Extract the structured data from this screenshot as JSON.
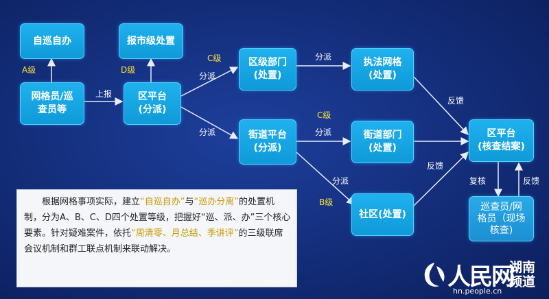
{
  "boxes": {
    "self_patrol": "自巡自办",
    "city_handle": "报市级处置",
    "grid_staff": "网格员/巡\n查员等",
    "district_platform": "区平台\n(分派)",
    "district_dept": "区级部门\n(处置)",
    "law_grid": "执法网格\n(处置)",
    "street_platform": "街道平台\n(分派)",
    "street_dept": "街道部门\n(处置)",
    "community": "社区(处置)",
    "district_close": "区平台\n(核查结案)",
    "inspector": "巡查员/网\n格员（现场\n核查)"
  },
  "labels": {
    "a_level": "A级",
    "d_level": "D级",
    "report_up": "上报",
    "c_level_top": "C级",
    "assign_1": "分派",
    "assign_2": "分派",
    "assign_3": "分派",
    "c_level_mid": "C级",
    "assign_4": "分派",
    "assign_5": "分派",
    "b_level": "B级",
    "feedback_1": "反馈",
    "feedback_2": "反馈",
    "feedback_3": "反馈",
    "recheck": "复核"
  },
  "note": [
    {
      "t": "　　根据网格事项实际，建立"
    },
    {
      "t": "“自巡自办”",
      "hl": true
    },
    {
      "t": "与"
    },
    {
      "t": "“巡办分离”",
      "hl": true
    },
    {
      "t": "的处置机制，分为A、B、C、D四个处置等级，把握好“巡、派、办”三个核心要素。针对疑难案件，依托"
    },
    {
      "t": "“周清零、月总结、季讲评”",
      "hl": true
    },
    {
      "t": "的三级联席会议机制和群工联点机制来联动解决。"
    }
  ],
  "logo": {
    "name": "人民网",
    "site": "hn.people.cn",
    "channel": "湖南频道"
  },
  "colors": {
    "box": "#1ba6e6",
    "highlight": "#c99a00",
    "level_label": "#ffe13a",
    "background": "#15307f"
  }
}
